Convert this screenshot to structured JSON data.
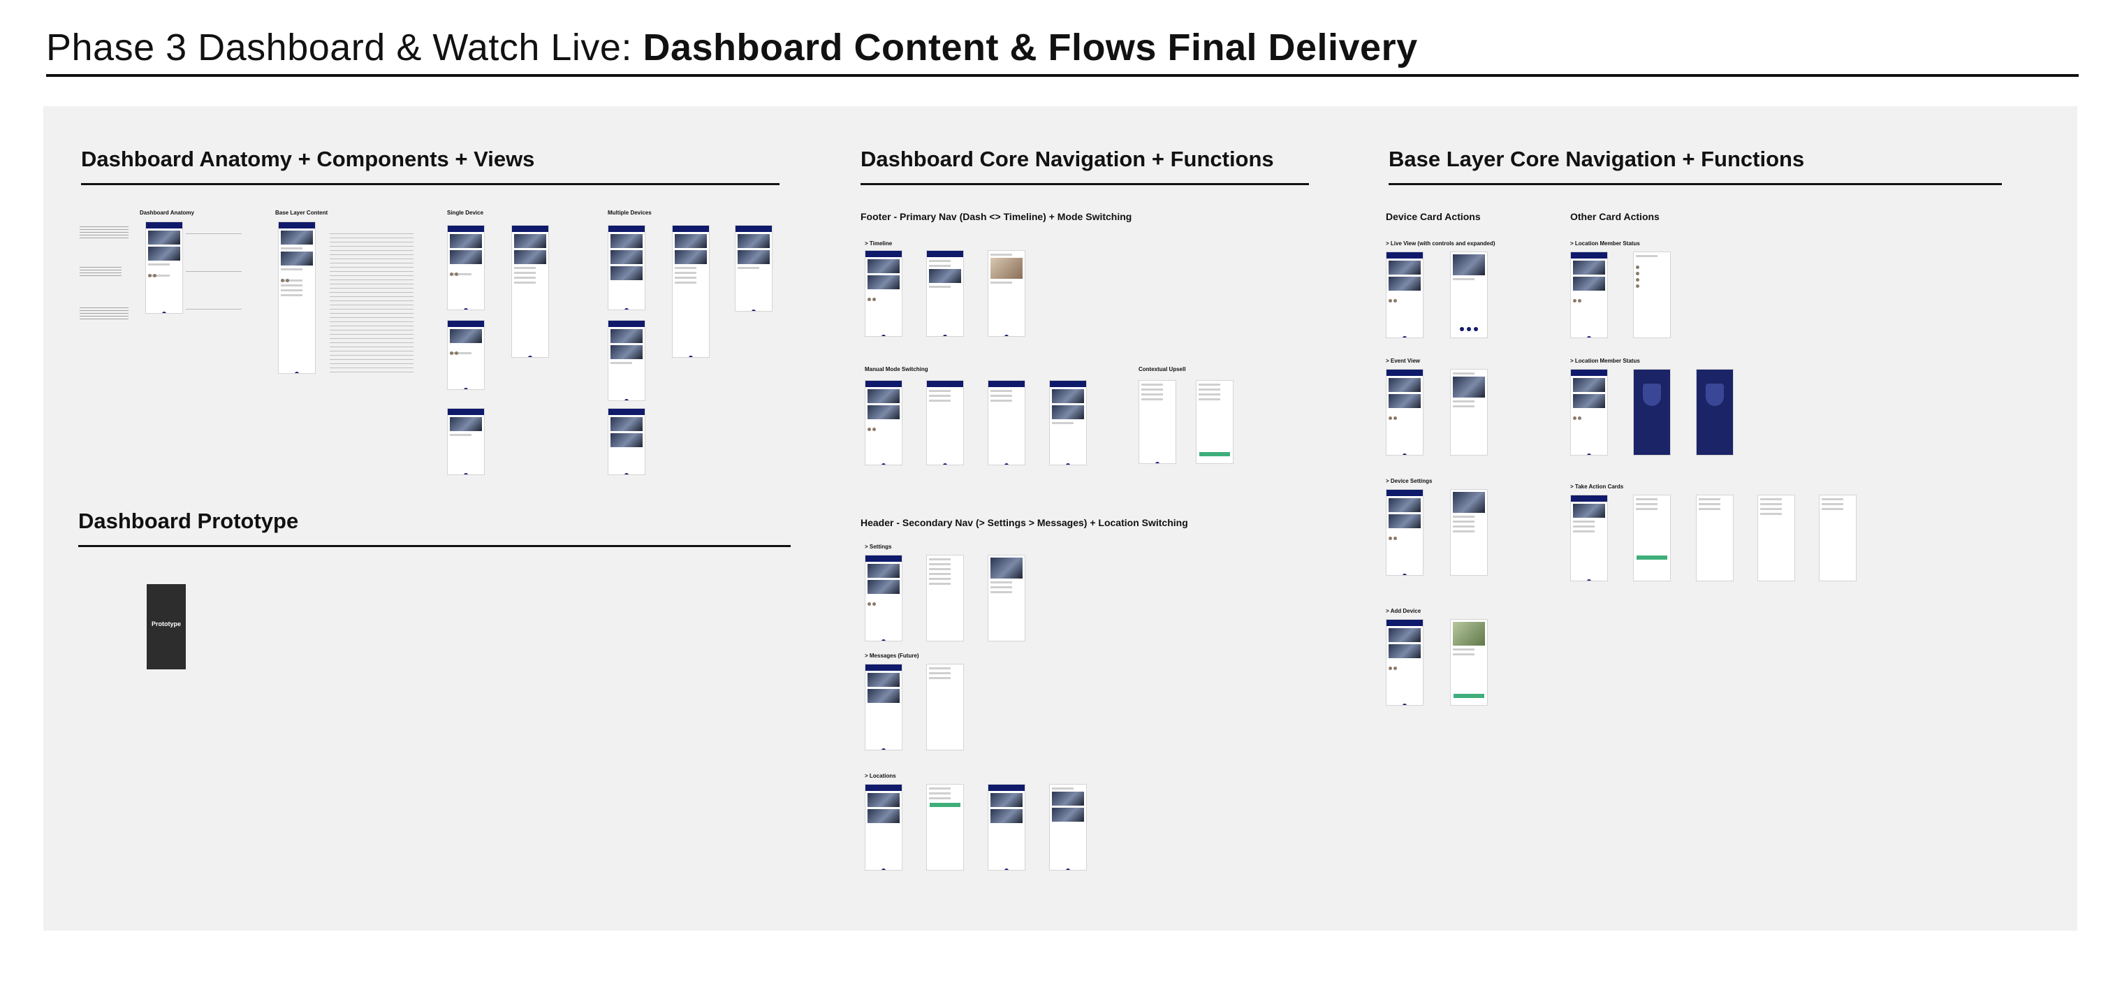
{
  "page": {
    "title_light": "Phase 3 Dashboard & Watch Live: ",
    "title_bold": "Dashboard Content & Flows Final Delivery"
  },
  "sections": {
    "anatomy": {
      "title": "Dashboard Anatomy + Components + Views",
      "labels": {
        "dashboard_anatomy": "Dashboard Anatomy",
        "base_layer_content": "Base Layer Content",
        "single_device": "Single Device",
        "multiple_devices": "Multiple Devices"
      }
    },
    "prototype": {
      "title": "Dashboard Prototype",
      "card_title": "Prototype"
    },
    "core_nav": {
      "title": "Dashboard Core Navigation + Functions",
      "footer_heading": "Footer - Primary Nav (Dash <> Timeline) +  Mode Switching",
      "timeline": "> Timeline",
      "manual_mode": "Manual Mode Switching",
      "contextual_upsell": "Contextual Upsell",
      "header_heading": "Header - Secondary Nav  (> Settings > Messages) + Location Switching",
      "settings": "> Settings",
      "messages": "> Messages (Future)",
      "locations": "> Locations"
    },
    "base_nav": {
      "title": "Base Layer Core Navigation + Functions",
      "device_card_actions": "Device Card Actions",
      "other_card_actions": "Other Card Actions",
      "live_view": "> Live View (with controls and expanded)",
      "event_view": "> Event View",
      "device_settings": "> Device Settings",
      "add_device": "> Add Device",
      "location_member_status_1": "> Location Member Status",
      "location_member_status_2": "> Location Member Status",
      "take_action_cards": "> Take Action Cards"
    }
  },
  "colors": {
    "canvas_bg": "#f1f1f1",
    "app_header_navy": "#0f1a6b",
    "accent_green": "#3fae7a"
  }
}
